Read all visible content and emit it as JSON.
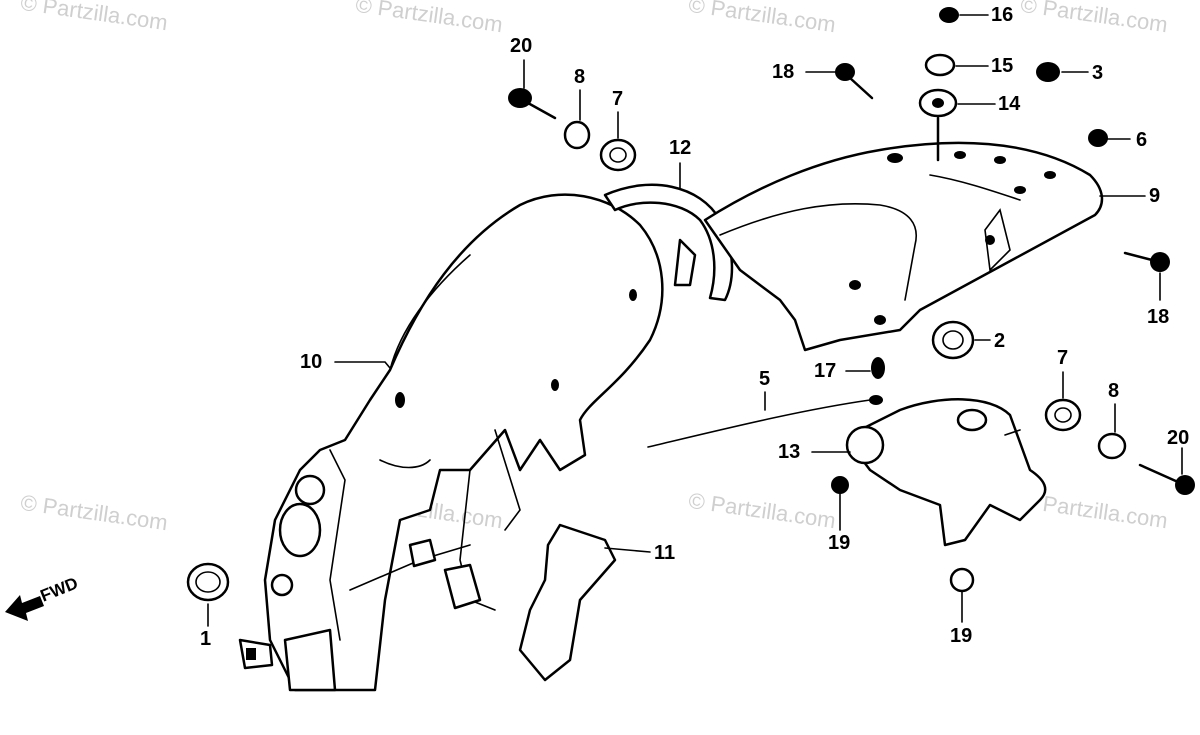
{
  "watermark": "© Partzilla.com",
  "direction_label": "FWD",
  "callouts": [
    {
      "id": "c1",
      "text": "1"
    },
    {
      "id": "c2",
      "text": "2"
    },
    {
      "id": "c3",
      "text": "3"
    },
    {
      "id": "c5",
      "text": "5"
    },
    {
      "id": "c6",
      "text": "6"
    },
    {
      "id": "c7a",
      "text": "7"
    },
    {
      "id": "c7b",
      "text": "7"
    },
    {
      "id": "c8a",
      "text": "8"
    },
    {
      "id": "c8b",
      "text": "8"
    },
    {
      "id": "c9",
      "text": "9"
    },
    {
      "id": "c10",
      "text": "10"
    },
    {
      "id": "c11",
      "text": "11"
    },
    {
      "id": "c12",
      "text": "12"
    },
    {
      "id": "c13",
      "text": "13"
    },
    {
      "id": "c14",
      "text": "14"
    },
    {
      "id": "c15",
      "text": "15"
    },
    {
      "id": "c16",
      "text": "16"
    },
    {
      "id": "c17",
      "text": "17"
    },
    {
      "id": "c18a",
      "text": "18"
    },
    {
      "id": "c18b",
      "text": "18"
    },
    {
      "id": "c19a",
      "text": "19"
    },
    {
      "id": "c19b",
      "text": "19"
    },
    {
      "id": "c20a",
      "text": "20"
    },
    {
      "id": "c20b",
      "text": "20"
    }
  ]
}
